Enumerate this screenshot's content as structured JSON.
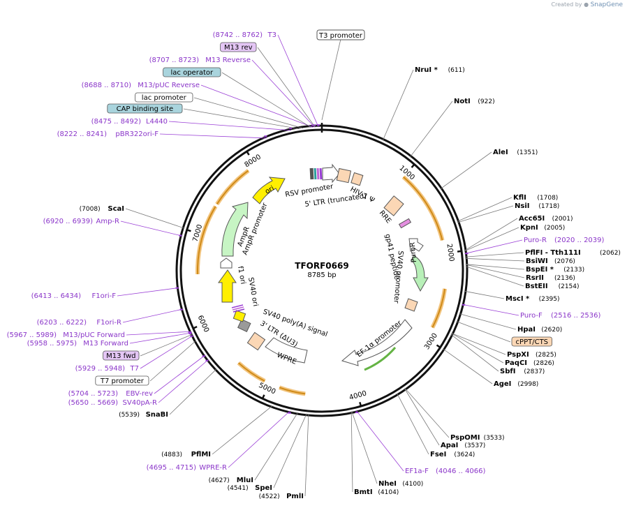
{
  "credit": {
    "prefix": "Created by",
    "brand": "SnapGene"
  },
  "plasmid": {
    "name": "TFORF0669",
    "length_label": "8785 bp",
    "length": 8785
  },
  "colors": {
    "enzyme_line": "#777777",
    "primer": "#9a3fd6",
    "primer_box": "#e4c6f5",
    "feature_box_blue": "#a9d4dd",
    "backbone": "#111111",
    "orange_arc": "#f2c47e",
    "orange_arrow": "#cf8a17",
    "ori": "#ffef00",
    "ampr": "#c7f5c4",
    "puro": "#b8f0b8",
    "ltr": "#fbd7b5",
    "grey_block": "#9a9a9a",
    "green_arc": "#64b344"
  },
  "ticks": [
    {
      "pos": 1000,
      "label": "1000"
    },
    {
      "pos": 2000,
      "label": "2000"
    },
    {
      "pos": 3000,
      "label": "3000"
    },
    {
      "pos": 4000,
      "label": "4000"
    },
    {
      "pos": 5000,
      "label": "5000"
    },
    {
      "pos": 6000,
      "label": "6000"
    },
    {
      "pos": 7000,
      "label": "7000"
    },
    {
      "pos": 8000,
      "label": "8000"
    }
  ],
  "right_labels": [
    {
      "kind": "enzyme",
      "name": "NruI *",
      "pos": "(611)",
      "bp": 611
    },
    {
      "kind": "enzyme",
      "name": "NotI",
      "pos": "(922)",
      "bp": 922
    },
    {
      "kind": "enzyme",
      "name": "AleI",
      "pos": "(1351)",
      "bp": 1351
    },
    {
      "kind": "enzyme",
      "name": "KflI",
      "pos": "(1708)",
      "bp": 1708
    },
    {
      "kind": "enzyme",
      "name": "NsiI",
      "pos": "(1718)",
      "bp": 1718
    },
    {
      "kind": "enzyme",
      "name": "Acc65I",
      "pos": "(2001)",
      "bp": 2001
    },
    {
      "kind": "enzyme",
      "name": "KpnI",
      "pos": "(2005)",
      "bp": 2005
    },
    {
      "kind": "primer",
      "name": "Puro-R",
      "pos": "(2020 .. 2039)",
      "bp": 2030
    },
    {
      "kind": "enzyme",
      "name": "PflFI - Tth111I",
      "pos": "(2062)",
      "bp": 2062
    },
    {
      "kind": "enzyme",
      "name": "BsiWI",
      "pos": "(2076)",
      "bp": 2076
    },
    {
      "kind": "enzyme",
      "name": "BspEI *",
      "pos": "(2133)",
      "bp": 2133
    },
    {
      "kind": "enzyme",
      "name": "RsrII",
      "pos": "(2136)",
      "bp": 2136
    },
    {
      "kind": "enzyme",
      "name": "BstEII",
      "pos": "(2154)",
      "bp": 2154
    },
    {
      "kind": "enzyme",
      "name": "MscI *",
      "pos": "(2395)",
      "bp": 2395
    },
    {
      "kind": "primer",
      "name": "Puro-F",
      "pos": "(2516 .. 2536)",
      "bp": 2526
    },
    {
      "kind": "enzyme",
      "name": "HpaI",
      "pos": "(2620)",
      "bp": 2620
    },
    {
      "kind": "feature",
      "name": "cPPT/CTS",
      "pos": "",
      "bp": 2700
    },
    {
      "kind": "enzyme",
      "name": "PspXI",
      "pos": "(2825)",
      "bp": 2825
    },
    {
      "kind": "enzyme",
      "name": "PaqCI",
      "pos": "(2826)",
      "bp": 2826
    },
    {
      "kind": "enzyme",
      "name": "SbfI",
      "pos": "(2837)",
      "bp": 2837
    },
    {
      "kind": "enzyme",
      "name": "AgeI",
      "pos": "(2998)",
      "bp": 2998
    }
  ],
  "bottom_labels": [
    {
      "kind": "enzyme",
      "name": "PspOMI",
      "pos": "(3533)",
      "bp": 3533
    },
    {
      "kind": "enzyme",
      "name": "ApaI",
      "pos": "(3537)",
      "bp": 3537
    },
    {
      "kind": "enzyme",
      "name": "FseI",
      "pos": "(3624)",
      "bp": 3624
    },
    {
      "kind": "primer",
      "name": "EF1a-F",
      "pos": "(4046 .. 4066)",
      "bp": 4056
    },
    {
      "kind": "enzyme",
      "name": "NheI",
      "pos": "(4100)",
      "bp": 4100
    },
    {
      "kind": "enzyme",
      "name": "BmtI",
      "pos": "(4104)",
      "bp": 4104
    },
    {
      "kind": "enzyme",
      "name": "PmlI",
      "pos": "(4522)",
      "bp": 4522
    },
    {
      "kind": "enzyme",
      "name": "SpeI",
      "pos": "(4541)",
      "bp": 4541
    },
    {
      "kind": "enzyme",
      "name": "MluI",
      "pos": "(4627)",
      "bp": 4627
    },
    {
      "kind": "primer",
      "name": "WPRE-R",
      "pos": "(4695 .. 4715)",
      "bp": 4705
    },
    {
      "kind": "enzyme",
      "name": "PflMI",
      "pos": "(4883)",
      "bp": 4883
    }
  ],
  "left_labels": [
    {
      "kind": "enzyme",
      "name": "SnaBI",
      "pos": "(5539)",
      "bp": 5539
    },
    {
      "kind": "primer",
      "name": "SV40pA-R",
      "pos": "(5650 .. 5669)",
      "bp": 5660
    },
    {
      "kind": "primer",
      "name": "EBV-rev",
      "pos": "(5704 .. 5723)",
      "bp": 5713
    },
    {
      "kind": "feature",
      "name": "T7 promoter",
      "pos": "",
      "bp": 5880
    },
    {
      "kind": "primer",
      "name": "T7",
      "pos": "(5929 .. 5948)",
      "bp": 5938
    },
    {
      "kind": "primer_box",
      "name": "M13 fwd",
      "pos": "",
      "bp": 5950
    },
    {
      "kind": "primer",
      "name": "M13 Forward",
      "pos": "(5958 .. 5975)",
      "bp": 5966
    },
    {
      "kind": "primer",
      "name": "M13/pUC Forward",
      "pos": "(5967 .. 5989)",
      "bp": 5978
    },
    {
      "kind": "primer",
      "name": "F1ori-R",
      "pos": "(6203 .. 6222)",
      "bp": 6212
    },
    {
      "kind": "primer",
      "name": "F1ori-F",
      "pos": "(6413 .. 6434)",
      "bp": 6423
    },
    {
      "kind": "primer",
      "name": "Amp-R",
      "pos": "(6920 .. 6939)",
      "bp": 6930
    },
    {
      "kind": "enzyme",
      "name": "ScaI",
      "pos": "(7008)",
      "bp": 7008
    },
    {
      "kind": "primer",
      "name": "pBR322ori-F",
      "pos": "(8222 .. 8241)",
      "bp": 8231
    },
    {
      "kind": "primer",
      "name": "L4440",
      "pos": "(8475 .. 8492)",
      "bp": 8483
    },
    {
      "kind": "feature_blue",
      "name": "CAP binding site",
      "pos": "",
      "bp": 8560
    },
    {
      "kind": "feature",
      "name": "lac promoter",
      "pos": "",
      "bp": 8600
    },
    {
      "kind": "primer",
      "name": "M13/pUC Reverse",
      "pos": "(8688 .. 8710)",
      "bp": 8699
    },
    {
      "kind": "feature_blue",
      "name": "lac operator",
      "pos": "",
      "bp": 8680
    },
    {
      "kind": "primer",
      "name": "M13 Reverse",
      "pos": "(8707 .. 8723)",
      "bp": 8715
    },
    {
      "kind": "primer_box",
      "name": "M13 rev",
      "pos": "",
      "bp": 8720
    },
    {
      "kind": "primer",
      "name": "T3",
      "pos": "(8742 .. 8762)",
      "bp": 8752
    }
  ],
  "top_feature": {
    "name": "T3 promoter"
  },
  "inner_labels": [
    {
      "name": "RSV promoter"
    },
    {
      "name": "5' LTR (truncated)"
    },
    {
      "name": "HIV-1 Ψ"
    },
    {
      "name": "RRE"
    },
    {
      "name": "gp41 peptide"
    },
    {
      "name": "SV40 promoter"
    },
    {
      "name": "PuroR"
    },
    {
      "name": "EF-1α promoter"
    },
    {
      "name": "WPRE"
    },
    {
      "name": "3' LTR (ΔU3)"
    },
    {
      "name": "SV40 poly(A) signal"
    },
    {
      "name": "SV40 ori"
    },
    {
      "name": "f1 ori"
    },
    {
      "name": "AmpR promoter"
    },
    {
      "name": "AmpR"
    },
    {
      "name": "ori"
    }
  ]
}
